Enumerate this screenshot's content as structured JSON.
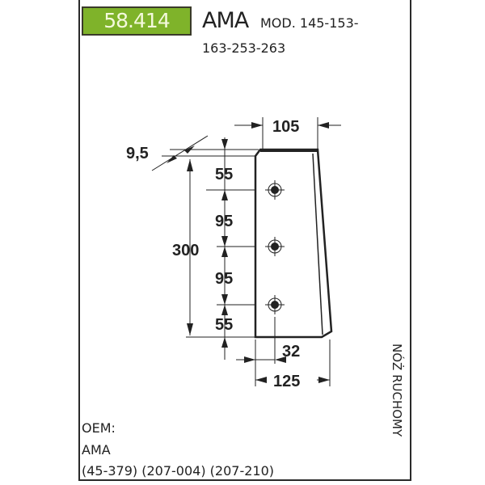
{
  "header": {
    "code": "58.414",
    "brand": "AMA",
    "models_line1": "MOD. 145-153-",
    "models_line2": "163-253-263",
    "code_color": "#7fb32a"
  },
  "drawing": {
    "dimensions": {
      "top_width": "105",
      "thickness": "9,5",
      "height": "300",
      "hole_top": "55",
      "hole_gap1": "95",
      "hole_gap2": "95",
      "hole_bottom": "55",
      "hole_offset": "32",
      "bottom_width": "125"
    },
    "hole_count": 3
  },
  "side_label": "NÓŻ RUCHOMY",
  "oem": {
    "label": "OEM:",
    "maker": "AMA",
    "numbers": "(45-379) (207-004) (207-210)"
  }
}
